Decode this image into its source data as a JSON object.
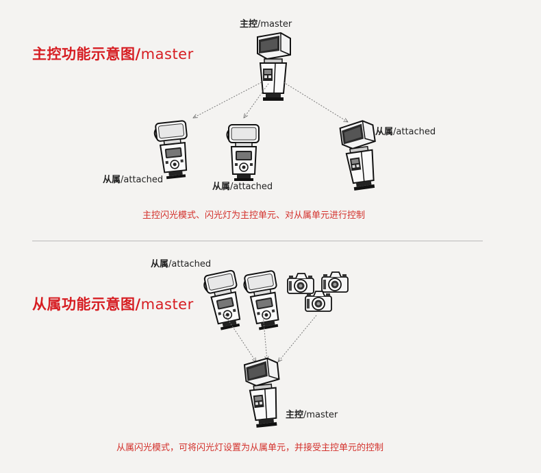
{
  "section1": {
    "heading_cn": "主控功能示意图/",
    "heading_en": "master",
    "master_label_cn": "主控",
    "master_label_en": "/master",
    "slave_label_left_cn": "从属",
    "slave_label_left_en": "/attached",
    "slave_label_mid_cn": "从属",
    "slave_label_mid_en": "/attached",
    "slave_label_right_cn": "从属",
    "slave_label_right_en": "/attached",
    "caption": "主控闪光模式、闪光灯为主控单元、对从属单元进行控制"
  },
  "section2": {
    "heading_cn": "从属功能示意图/",
    "heading_en": "master",
    "slave_label_cn": "从属",
    "slave_label_en": "/attached",
    "master_label_cn": "主控",
    "master_label_en": "/master",
    "caption": "从属闪光模式，可将闪光灯设置为从属单元，并接受主控单元的控制"
  },
  "colors": {
    "accent_red": "#d61d22",
    "caption_red": "#d3312c",
    "divider": "#b9b9b9",
    "background": "#f4f3f1"
  },
  "icons": {
    "flash": "speedlite-flash-icon",
    "camera": "dslr-camera-icon"
  }
}
